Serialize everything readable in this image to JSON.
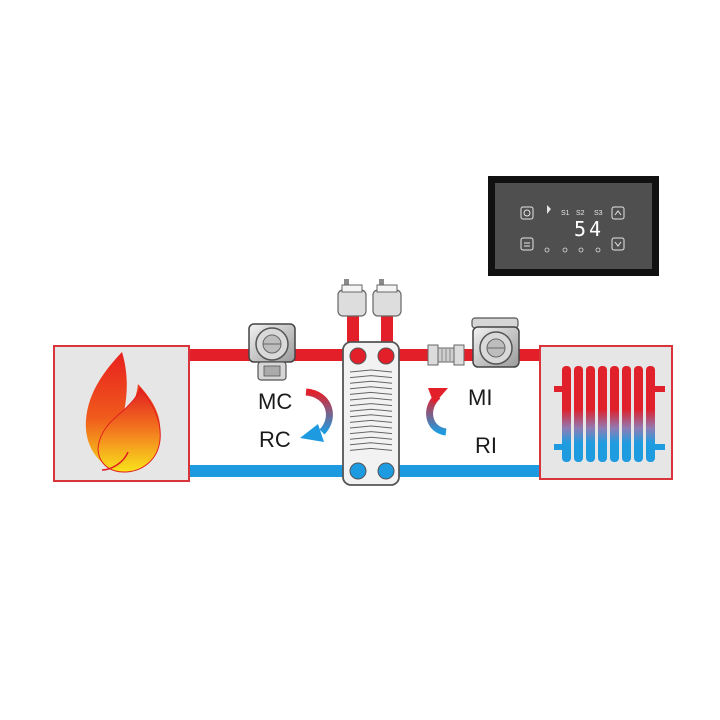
{
  "colors": {
    "hot": "#e3202a",
    "cold": "#1e9be0",
    "box_border": "#d8343a",
    "box_fill": "#e6e6e6",
    "panel_bg": "#555555",
    "panel_frame": "#111111"
  },
  "labels": {
    "mc": "MC",
    "rc": "RC",
    "mi": "MI",
    "ri": "RI"
  },
  "display": {
    "value": "54",
    "indicators": [
      "S1",
      "S2",
      "S3"
    ]
  },
  "icons": {
    "heat_source": "flame-icon",
    "emitter": "radiator-icon",
    "exchanger": "plate-heat-exchanger-icon",
    "pumps": [
      "circulator-pump-icon",
      "circulator-pump-icon"
    ],
    "valve": "check-valve-icon",
    "vents": [
      "air-vent-icon",
      "air-vent-icon"
    ]
  }
}
